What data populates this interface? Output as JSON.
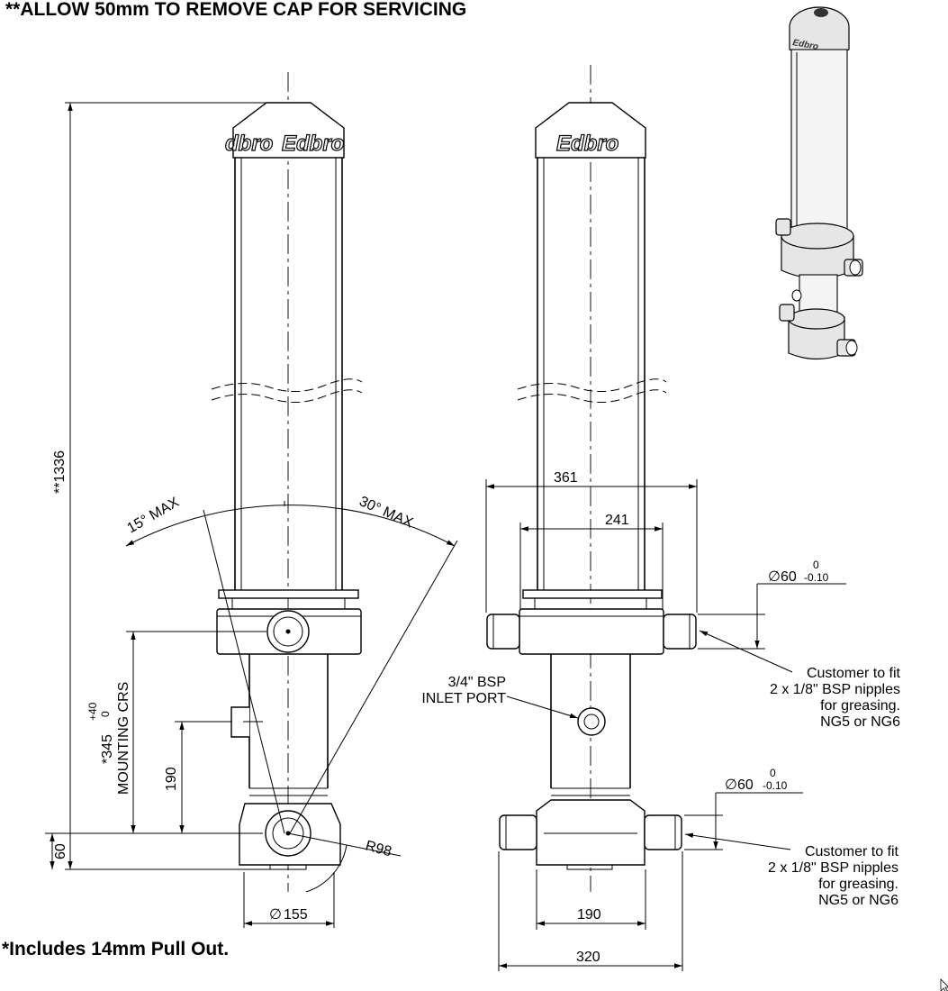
{
  "notes": {
    "top": "**ALLOW 50mm TO REMOVE CAP FOR SERVICING",
    "bottom": "*Includes 14mm Pull Out."
  },
  "brand": "Edbro",
  "brand_partial": "dbro",
  "side_view": {
    "overall_height": "**1336",
    "angle_left": "15° MAX",
    "angle_right": "30° MAX",
    "mounting_value": "*345",
    "tol_upper": "+40",
    "tol_lower": "0",
    "mounting_label": "MOUNTING CRS",
    "dim_190": "190",
    "dim_60": "60",
    "radius": "R98",
    "diameter_prefix": "∅",
    "diameter_value": "155"
  },
  "front_view": {
    "dim_361": "361",
    "dim_241": "241",
    "dim_190": "190",
    "dim_320": "320",
    "inlet_line1": "3/4\" BSP",
    "inlet_line2": "INLET PORT",
    "upper_pin": {
      "symbol": "∅",
      "value": "60",
      "tol_upper": "0",
      "tol_lower": "-0.10"
    },
    "lower_pin": {
      "symbol": "∅",
      "value": "60",
      "tol_upper": "0",
      "tol_lower": "-0.10"
    },
    "grease_upper": [
      "Customer to fit",
      "2 x 1/8\" BSP nipples",
      "for greasing.",
      "NG5 or NG6"
    ],
    "grease_lower": [
      "Customer to fit",
      "2 x 1/8\" BSP nipples",
      "for greasing.",
      "NG5 or NG6"
    ]
  },
  "icons": [
    "cursor-icon"
  ]
}
